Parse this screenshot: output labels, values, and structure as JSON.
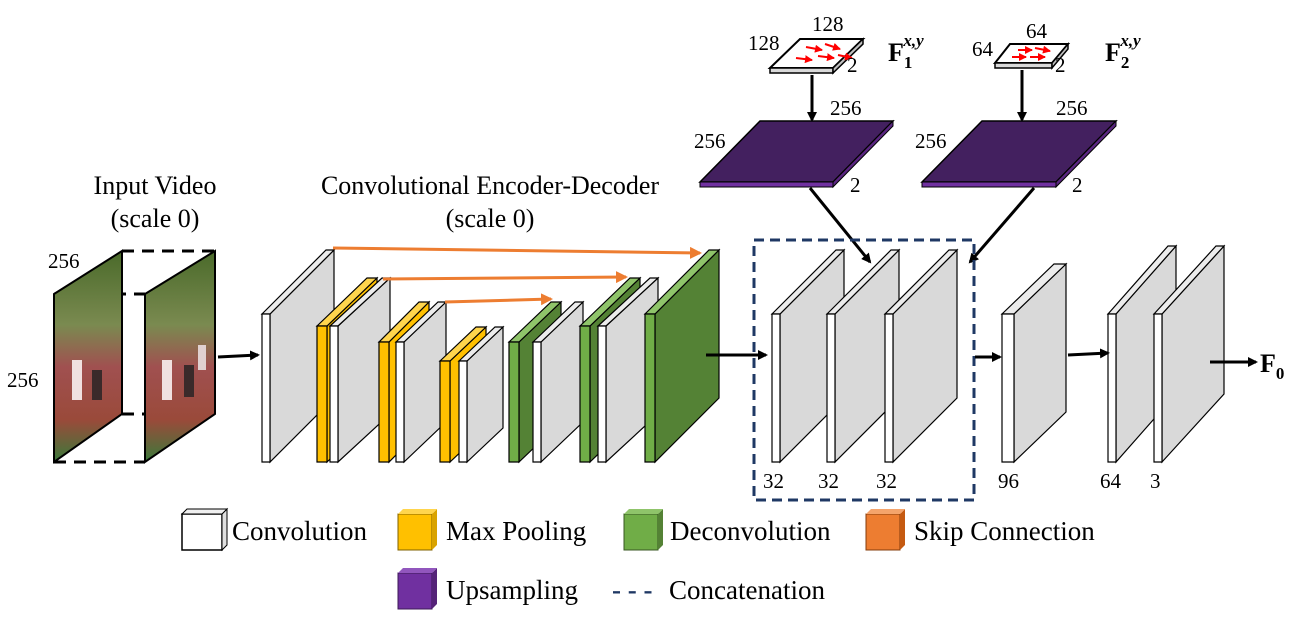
{
  "input": {
    "title": "Input Video",
    "scale": "(scale 0)",
    "dim_h": "256",
    "dim_w": "256"
  },
  "encoder": {
    "title": "Convolutional Encoder-Decoder",
    "scale": "(scale 0)"
  },
  "flow1": {
    "top": "128",
    "left": "128",
    "depth": "2",
    "name": "F",
    "sub": "1",
    "sup": "x,y"
  },
  "flow2": {
    "top": "64",
    "left": "64",
    "depth": "2",
    "name": "F",
    "sub": "2",
    "sup": "x,y"
  },
  "up1": {
    "top": "256",
    "left": "256",
    "depth": "2"
  },
  "up2": {
    "top": "256",
    "left": "256",
    "depth": "2"
  },
  "concat_channels": [
    "32",
    "32",
    "32"
  ],
  "post_channels": [
    "96",
    "64",
    "3"
  ],
  "output": {
    "name": "F",
    "sub": "0"
  },
  "legend": {
    "convolution": "Convolution",
    "max_pooling": "Max Pooling",
    "deconvolution": "Deconvolution",
    "skip_connection": "Skip Connection",
    "upsampling": "Upsampling",
    "concat_dash": "- - -",
    "concatenation": "Concatenation"
  },
  "colors": {
    "convolution": "#ffffff",
    "max_pooling": "#ffc000",
    "deconvolution": "#70ad47",
    "skip_connection": "#ed7d31",
    "upsampling": "#7030a0",
    "concatenation": "#1f3864",
    "layer_side": "#d9d9d9",
    "flow_arrow": "#ff0000"
  }
}
